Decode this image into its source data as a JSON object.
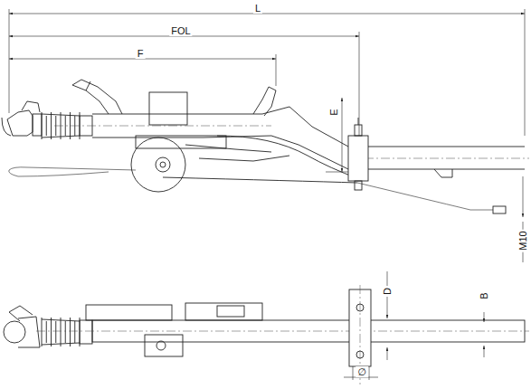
{
  "diagram": {
    "labels": [
      "L",
      "FOL",
      "F",
      "E",
      "M10",
      "D",
      "B",
      "∅"
    ]
  }
}
